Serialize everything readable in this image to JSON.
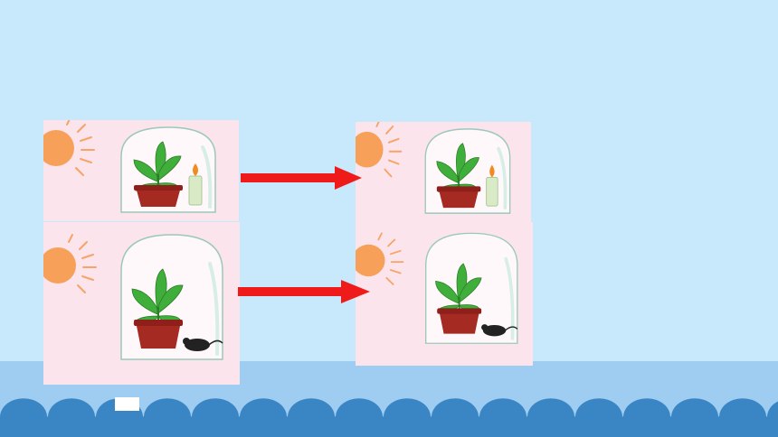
{
  "slide": {
    "colors": {
      "sky": "#c8e8fb",
      "sea": "#9fcdf1",
      "wave": "#3a86c5",
      "panel": "#fbe4ec",
      "sun": "#f7a05a",
      "sun_ray": "#f6a468",
      "arrow": "#ef1b1b",
      "pot": "#a52a22",
      "leaf": "#3fae3a",
      "jar_edge": "#9cc8b9",
      "candle": "#d9ebc6",
      "flame": "#f08a21",
      "mouse": "#222222",
      "tab": "#ffffff"
    }
  },
  "panels": [
    {
      "id": "top-left",
      "subject": "candle",
      "icons": [
        "sun-icon",
        "bell-jar-icon",
        "potted-plant-icon",
        "candle-icon"
      ]
    },
    {
      "id": "top-right",
      "subject": "candle",
      "icons": [
        "sun-icon",
        "bell-jar-icon",
        "potted-plant-icon",
        "candle-icon"
      ]
    },
    {
      "id": "bottom-left",
      "subject": "mouse",
      "icons": [
        "sun-icon",
        "bell-jar-icon",
        "potted-plant-icon",
        "mouse-icon"
      ]
    },
    {
      "id": "bottom-right",
      "subject": "mouse",
      "icons": [
        "sun-icon",
        "bell-jar-icon",
        "potted-plant-icon",
        "mouse-icon"
      ]
    }
  ],
  "arrows": [
    {
      "id": "top",
      "direction": "right"
    },
    {
      "id": "bottom",
      "direction": "right"
    }
  ]
}
